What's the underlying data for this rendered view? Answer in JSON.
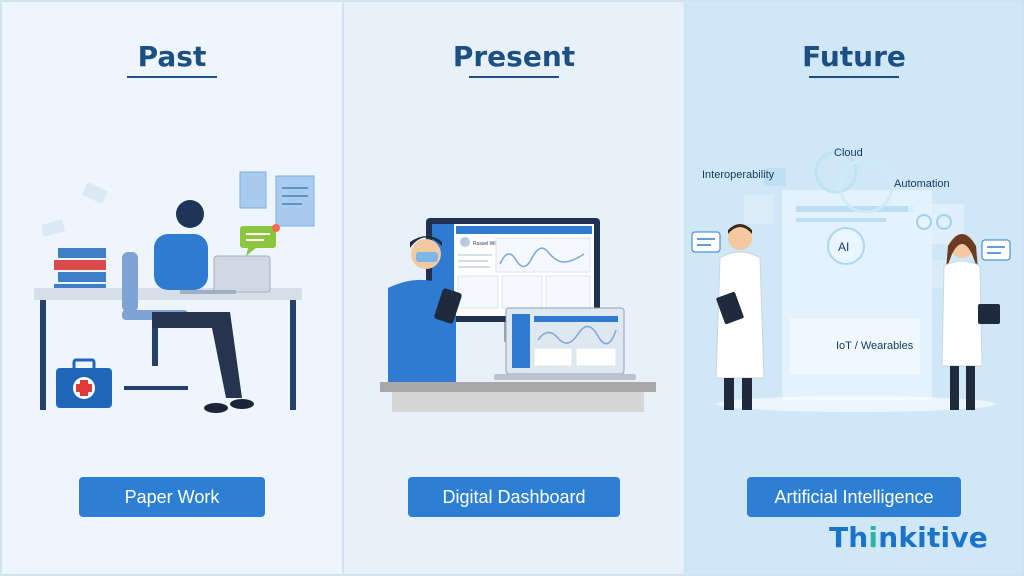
{
  "panels": [
    {
      "heading": "Past",
      "button": "Paper Work"
    },
    {
      "heading": "Present",
      "button": "Digital Dashboard"
    },
    {
      "heading": "Future",
      "button": "Artificial Intelligence"
    }
  ],
  "future_labels": {
    "cloud": "Cloud",
    "interoperability": "Interoperability",
    "automation": "Automation",
    "ai": "AI",
    "iot": "IoT / Wearables"
  },
  "dashboard": {
    "name": "Russel Wilder"
  },
  "brand": {
    "pre": "Th",
    "accent": "i",
    "post": "nkitive"
  },
  "colors": {
    "heading": "#1c4f82",
    "button": "#2d7fd3",
    "brand": "#1b74c9"
  }
}
